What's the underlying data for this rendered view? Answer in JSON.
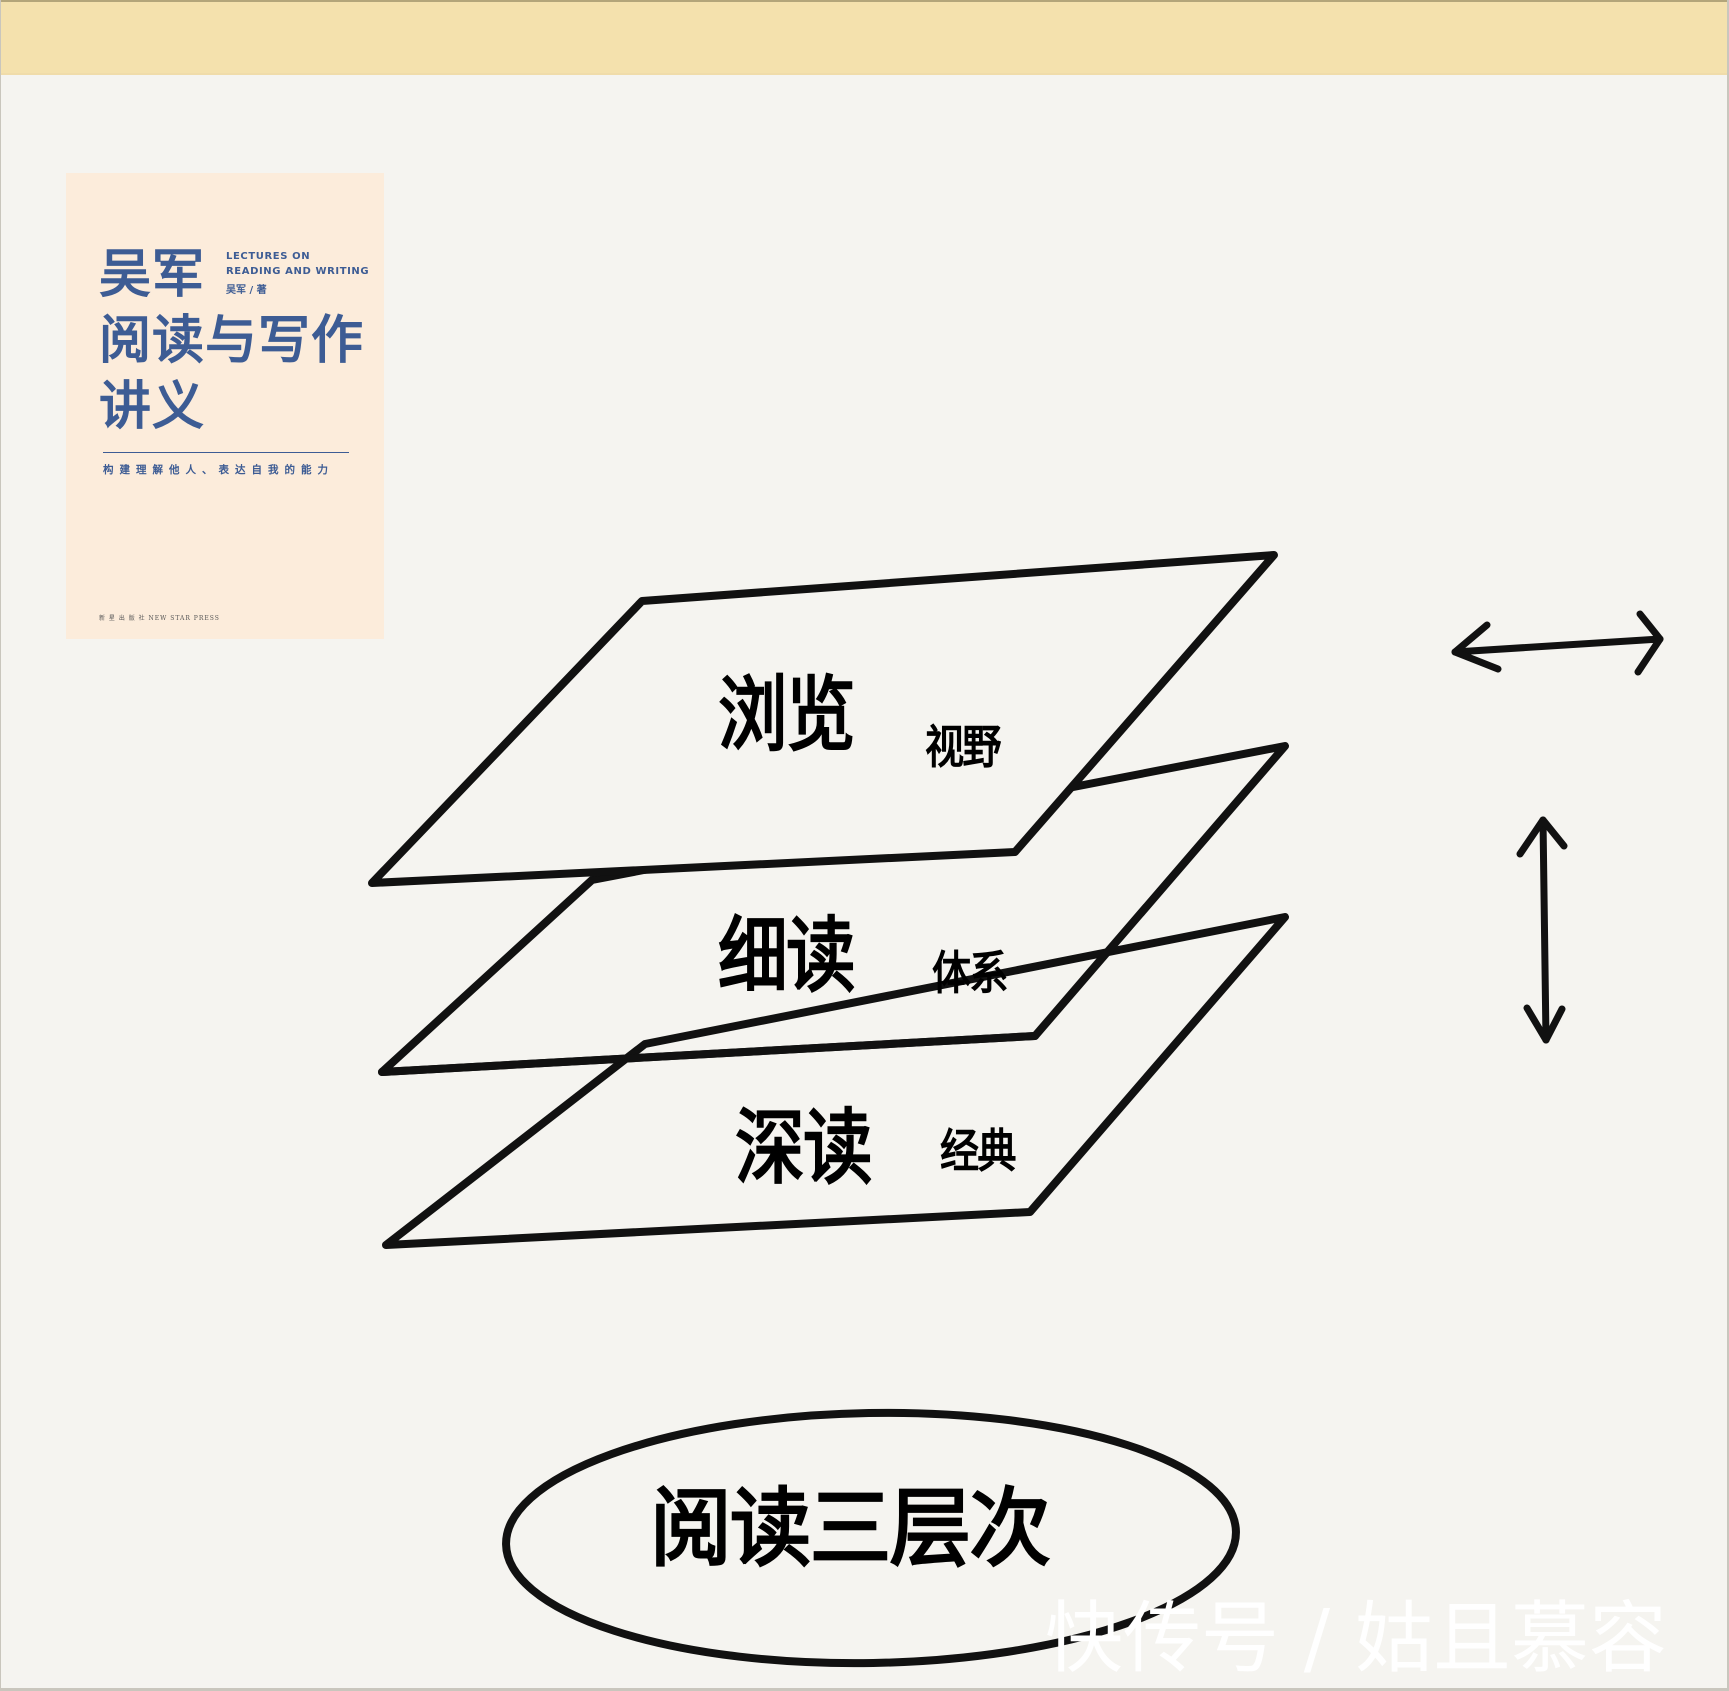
{
  "book_cover": {
    "author_title": "吴军",
    "title_line1": "阅读与写作",
    "title_line2": "讲义",
    "english_title_line1": "LECTURES ON",
    "english_title_line2": "READING AND WRITING",
    "author_credit": "吴军 / 著",
    "subtitle": "构建理解他人、表达自我的能力",
    "publisher": "新 星 出 版 社    NEW STAR PRESS",
    "colors": {
      "background": "#fcecdb",
      "text": "#3d5c94"
    }
  },
  "layers": [
    {
      "name": "浏览",
      "aspect": "视野"
    },
    {
      "name": "细读",
      "aspect": "体系"
    },
    {
      "name": "深读",
      "aspect": "经典"
    }
  ],
  "arrows": [
    {
      "type": "horizontal-double-arrow-icon"
    },
    {
      "type": "vertical-double-arrow-icon"
    }
  ],
  "title": "阅读三层次",
  "watermark": "快传号 / 姑且慕容",
  "colors": {
    "banner": "#f4e1ad",
    "background": "#f5f4f0",
    "stroke": "#111111"
  }
}
